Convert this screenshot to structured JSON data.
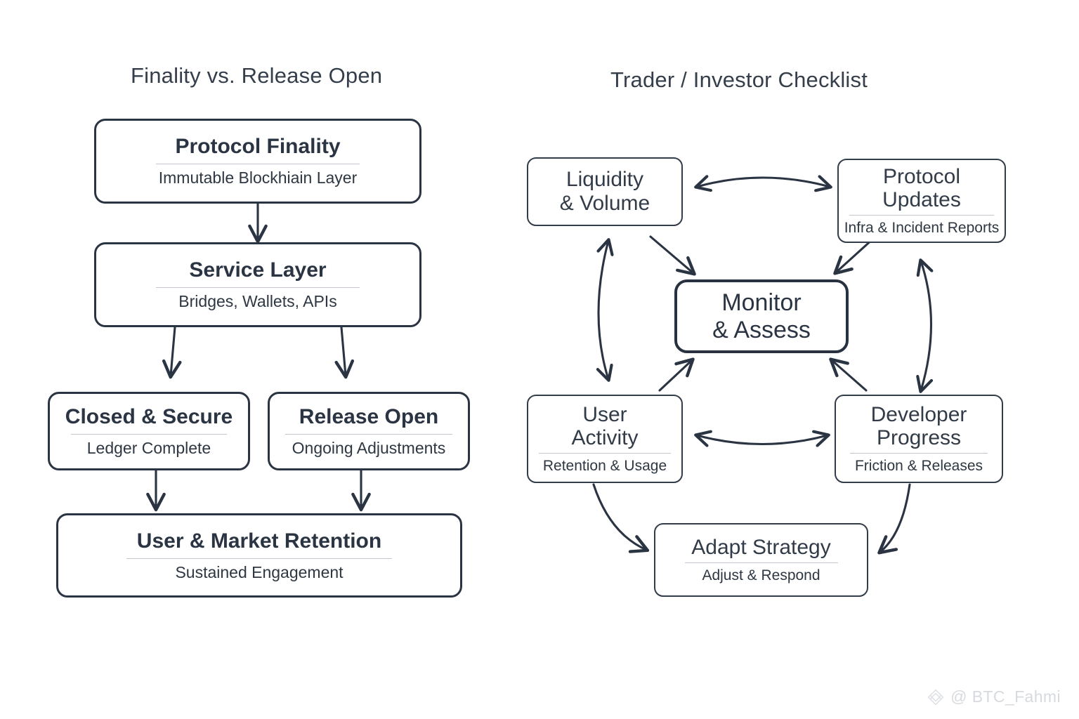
{
  "panels": [
    {
      "id": "left",
      "title": "Finality vs. Release Open",
      "nodes": [
        {
          "key": "protocol_finality",
          "title": "Protocol Finality",
          "subtitle": "Immutable Blockhiain Layer"
        },
        {
          "key": "service_layer",
          "title": "Service Layer",
          "subtitle": "Bridges, Wallets, APIs"
        },
        {
          "key": "closed_secure",
          "title": "Closed & Secure",
          "subtitle": "Ledger Complete"
        },
        {
          "key": "release_open",
          "title": "Release Open",
          "subtitle": "Ongoing Adjustments"
        },
        {
          "key": "user_market_retention",
          "title": "User & Market Retention",
          "subtitle": "Sustained Engagement"
        }
      ]
    },
    {
      "id": "right",
      "title": "Trader / Investor Checklist",
      "nodes": [
        {
          "key": "liquidity_volume",
          "title": "Liquidity\n& Volume",
          "subtitle": ""
        },
        {
          "key": "protocol_updates",
          "title": "Protocol\nUpdates",
          "subtitle": "Infra & Incident Reports"
        },
        {
          "key": "monitor_assess",
          "title": "Monitor\n& Assess",
          "subtitle": ""
        },
        {
          "key": "user_activity",
          "title": "User\nActivity",
          "subtitle": "Retention & Usage"
        },
        {
          "key": "developer_progress",
          "title": "Developer\nProgress",
          "subtitle": "Friction & Releases"
        },
        {
          "key": "adapt_strategy",
          "title": "Adapt Strategy",
          "subtitle": "Adjust & Respond"
        }
      ]
    }
  ],
  "watermark": {
    "handle": "@ BTC_Fahmi",
    "icon": "diamond-logo-icon"
  },
  "colors": {
    "border": "#2b3442",
    "text": "#2b3442",
    "title": "#353e4b",
    "divider": "#c3c7cd",
    "background": "#ffffff",
    "watermark": "#d7dade"
  }
}
